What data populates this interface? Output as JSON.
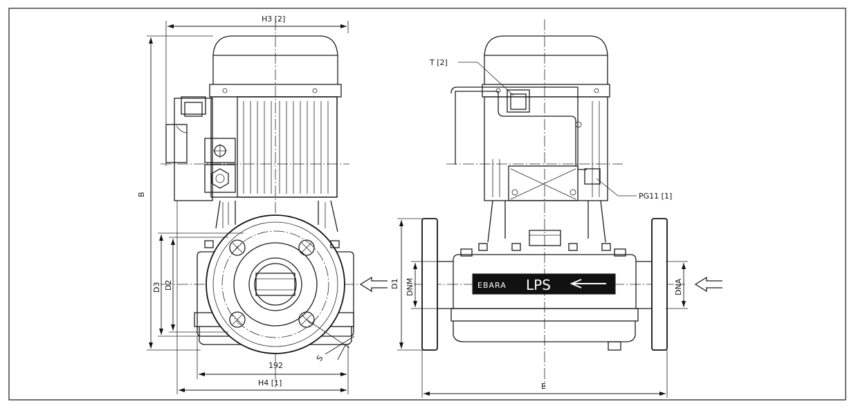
{
  "labels": {
    "h3": "H3 [2]",
    "b": "B",
    "d3": "D3",
    "d2": "D2",
    "dim_192": "192",
    "h4": "H4 [1]",
    "s": "S",
    "t": "T [2]",
    "pg11": "PG11 [1]",
    "d1": "D1",
    "dnm": "DNM",
    "dna": "DNA",
    "e": "E"
  },
  "nameplate": {
    "brand": "EBARA",
    "model": "LPS"
  }
}
